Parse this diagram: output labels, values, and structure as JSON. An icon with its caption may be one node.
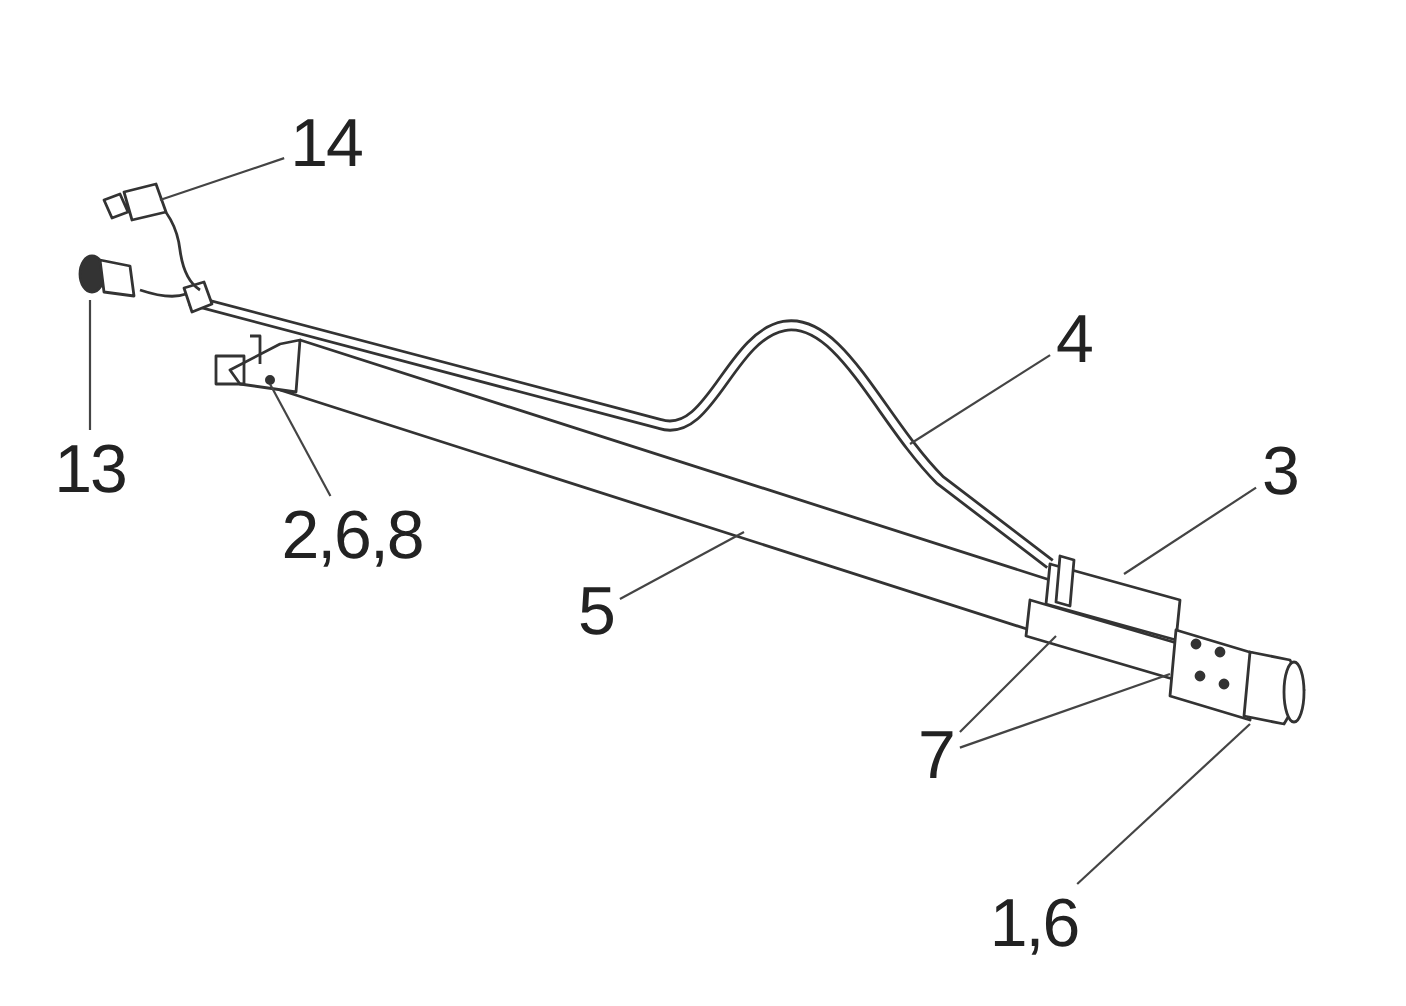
{
  "diagram": {
    "nodes": [
      {
        "text": [
          "14"
        ]
      },
      {
        "text": [
          "4"
        ]
      },
      {
        "text": [
          "13"
        ]
      },
      {
        "text": [
          "3"
        ]
      },
      {
        "text": [
          "2,6,8"
        ]
      },
      {
        "text": [
          "5"
        ]
      },
      {
        "text": [
          "7"
        ]
      },
      {
        "text": [
          "1,6"
        ]
      }
    ],
    "edges": [
      {
        "from": 0,
        "to": null,
        "arrow": "none"
      },
      {
        "from": 1,
        "to": null,
        "arrow": "none"
      },
      {
        "from": 2,
        "to": null,
        "arrow": "none"
      },
      {
        "from": 3,
        "to": null,
        "arrow": "none"
      },
      {
        "from": 4,
        "to": null,
        "arrow": "none"
      },
      {
        "from": 5,
        "to": null,
        "arrow": "none"
      },
      {
        "from": 6,
        "to": null,
        "arrow": "none"
      },
      {
        "from": 6,
        "to": null,
        "arrow": "none"
      },
      {
        "from": 7,
        "to": null,
        "arrow": "none"
      }
    ]
  }
}
